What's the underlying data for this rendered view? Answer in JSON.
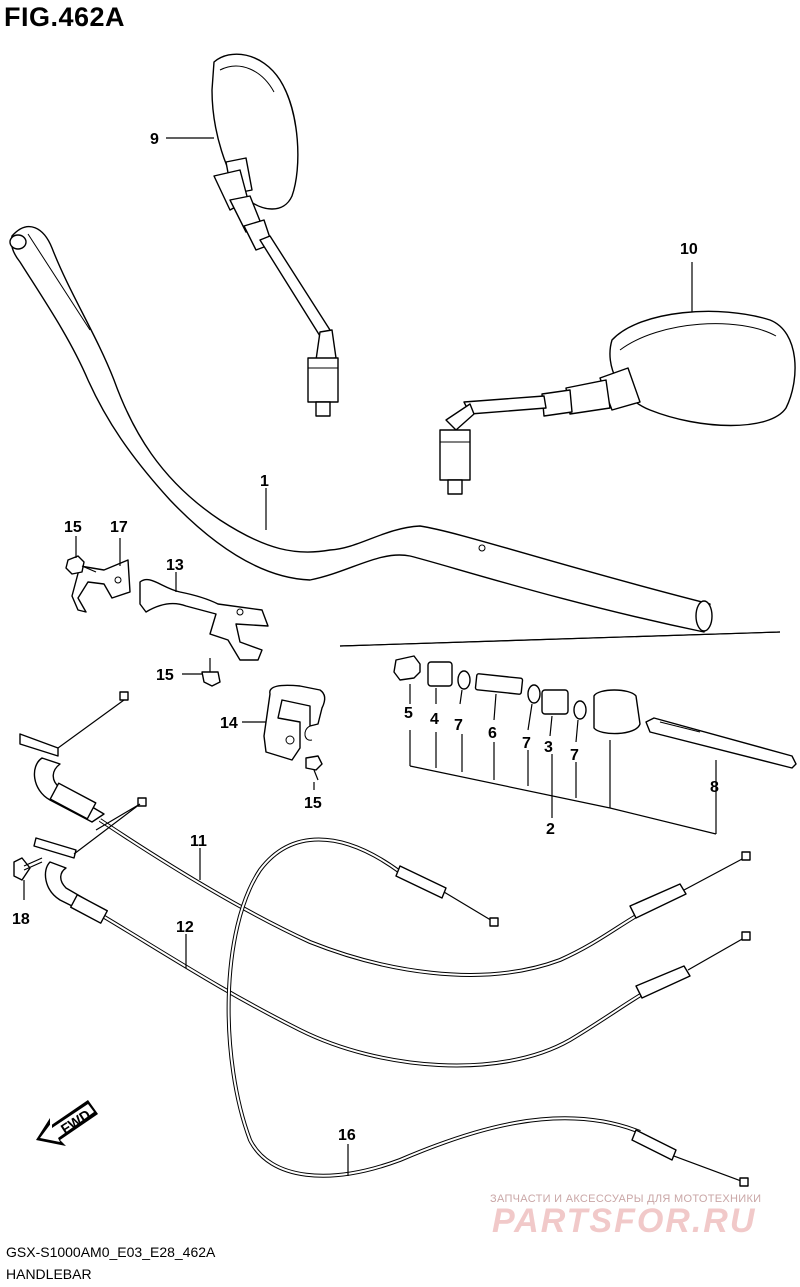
{
  "figure": {
    "title": "FIG.462A",
    "code": "GSX-S1000AM0_E03_E28_462A",
    "name": "HANDLEBAR"
  },
  "callouts": {
    "c1": "1",
    "c2": "2",
    "c3": "3",
    "c4": "4",
    "c5": "5",
    "c6": "6",
    "c7a": "7",
    "c7b": "7",
    "c7c": "7",
    "c8": "8",
    "c9": "9",
    "c10": "10",
    "c11": "11",
    "c12": "12",
    "c13": "13",
    "c14": "14",
    "c15a": "15",
    "c15b": "15",
    "c15c": "15",
    "c16": "16",
    "c17": "17",
    "c18": "18"
  },
  "fwd_label": "FWD",
  "watermark": {
    "tagline": "ЗАПЧАСТИ И АКСЕССУАРЫ ДЛЯ МОТОТЕХНИКИ",
    "logo": "PARTSFOR.RU"
  }
}
